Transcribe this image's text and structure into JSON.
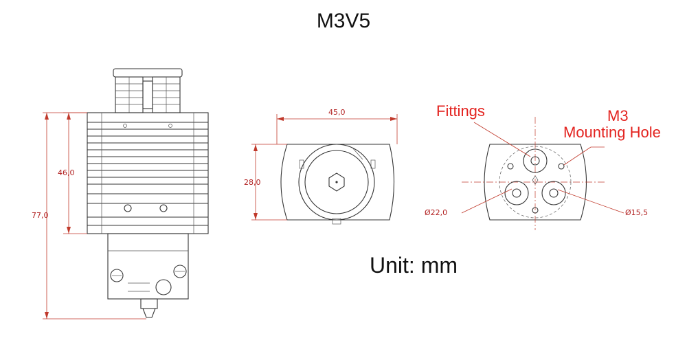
{
  "title": "M3V5",
  "unit_label": "Unit: mm",
  "callouts": {
    "fittings": "Fittings",
    "mounting_line1": "M3",
    "mounting_line2": "Mounting Hole"
  },
  "dimensions": {
    "overall_height": "77,0",
    "heatsink_height": "46,0",
    "width": "45,0",
    "depth": "28,0",
    "dia_large": "Ø22,0",
    "dia_small": "Ø15,5"
  },
  "colors": {
    "callout_red": "#e3231f",
    "dimension_red": "#b22222",
    "line": "#333333"
  }
}
